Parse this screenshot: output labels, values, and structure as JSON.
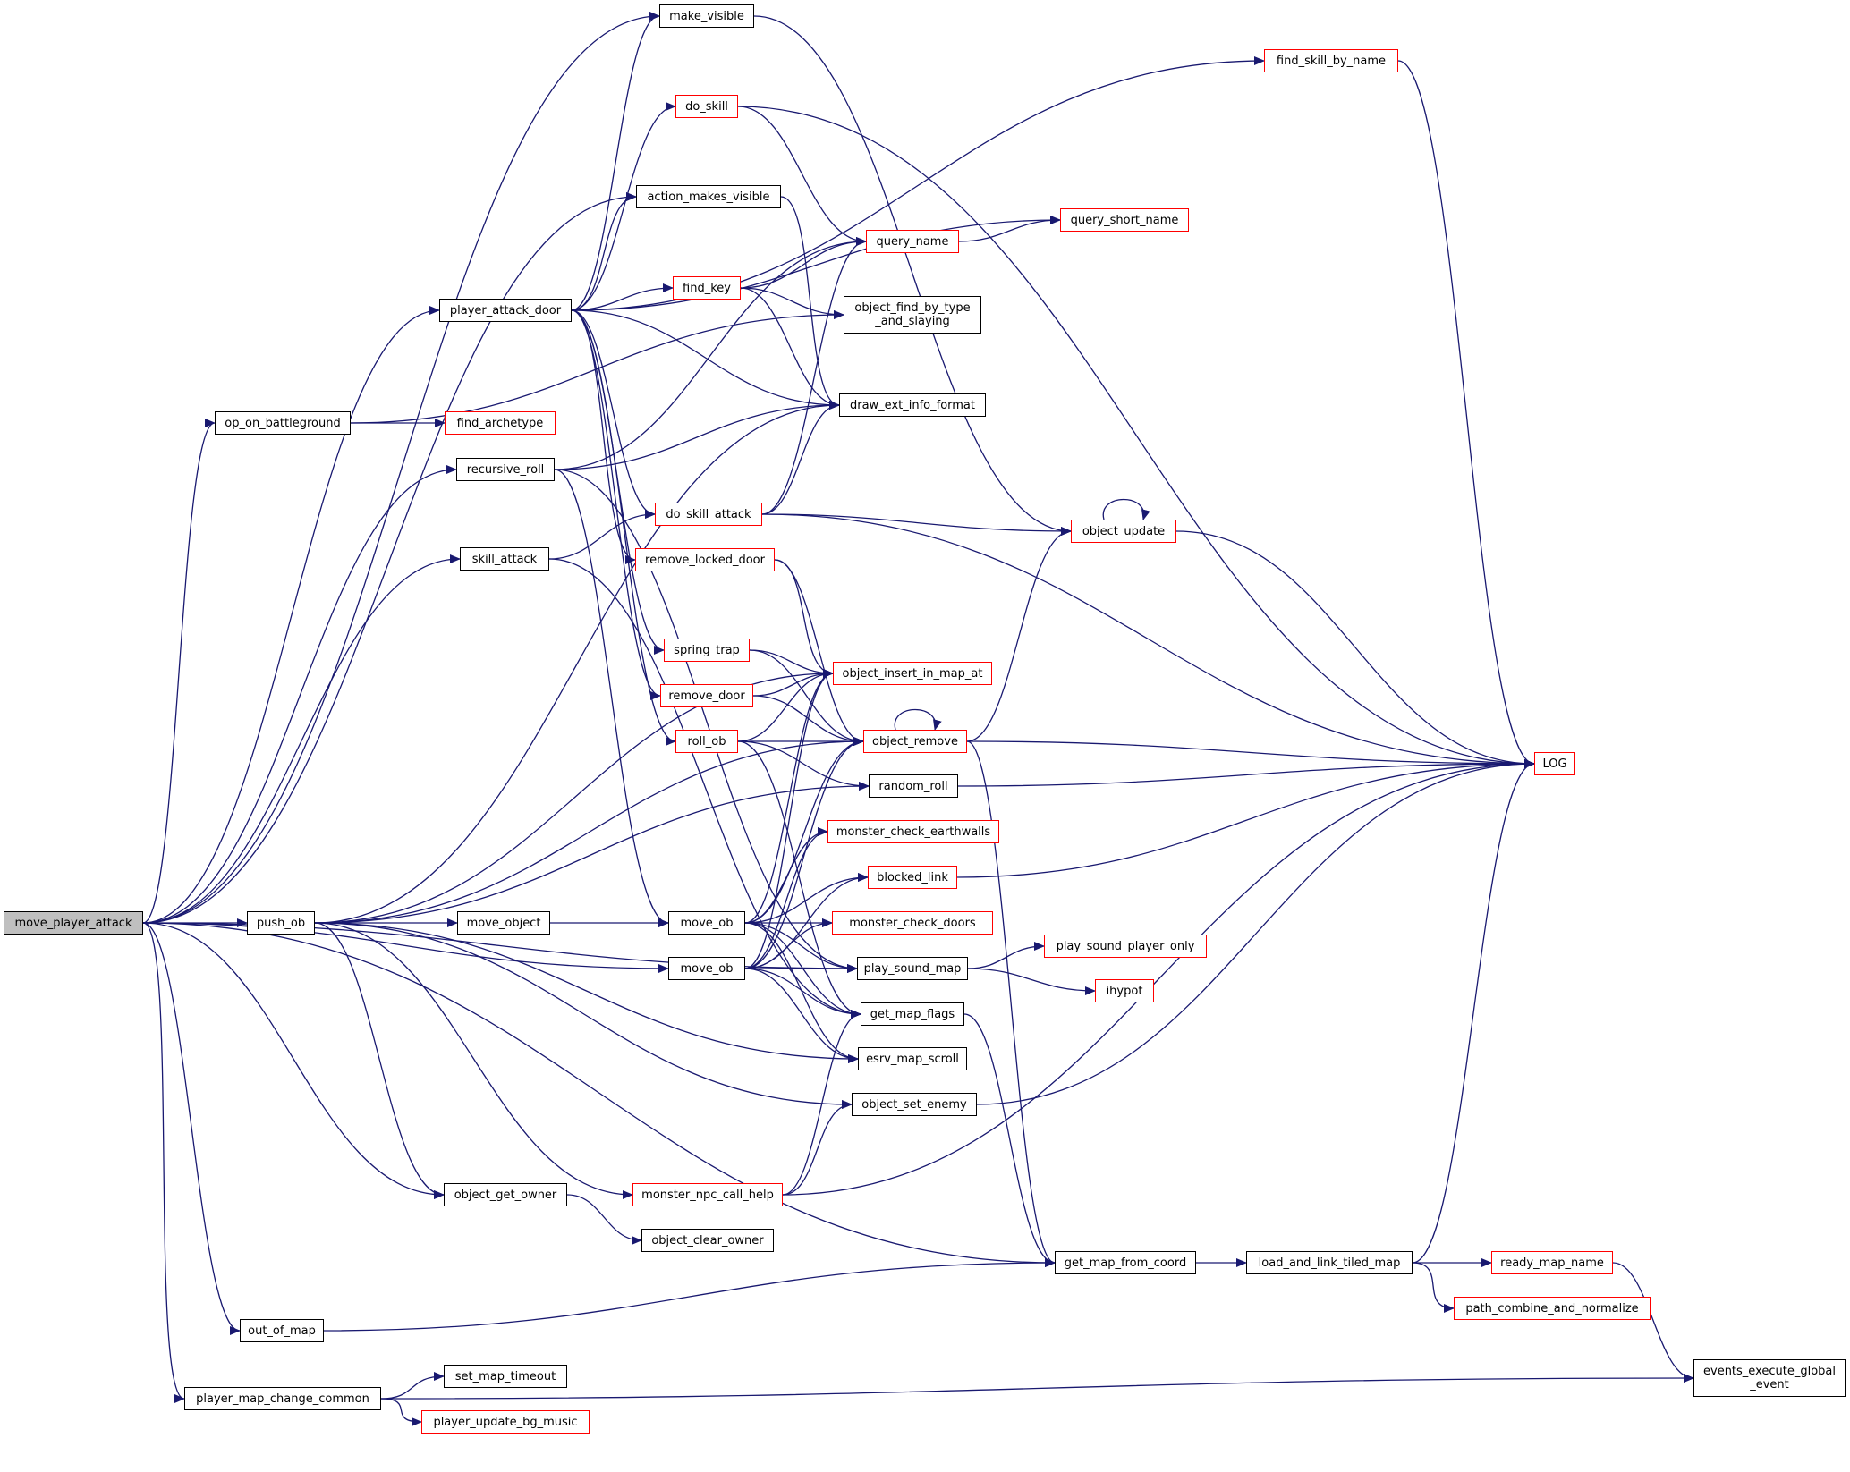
{
  "colors": {
    "edge": "#191970",
    "border": "#000000",
    "red_border": "#ff0000",
    "root_fill": "#bfbfbf"
  },
  "nodes": {
    "move_player_attack": "move_player_attack",
    "make_visible": "make_visible",
    "find_skill_by_name": "find_skill_by_name",
    "do_skill": "do_skill",
    "action_makes_visible": "action_makes_visible",
    "query_short_name": "query_short_name",
    "query_name": "query_name",
    "player_attack_door": "player_attack_door",
    "find_key": "find_key",
    "object_find_by_type_and_slaying": "object_find_by_type\n_and_slaying",
    "op_on_battleground": "op_on_battleground",
    "find_archetype": "find_archetype",
    "draw_ext_info_format": "draw_ext_info_format",
    "recursive_roll": "recursive_roll",
    "do_skill_attack": "do_skill_attack",
    "object_update": "object_update",
    "skill_attack": "skill_attack",
    "remove_locked_door": "remove_locked_door",
    "spring_trap": "spring_trap",
    "object_insert_in_map_at": "object_insert_in_map_at",
    "remove_door": "remove_door",
    "roll_ob": "roll_ob",
    "object_remove": "object_remove",
    "LOG": "LOG",
    "random_roll": "random_roll",
    "monster_check_earthwalls": "monster_check_earthwalls",
    "blocked_link": "blocked_link",
    "push_ob": "push_ob",
    "move_object": "move_object",
    "move_ob_1": "move_ob",
    "monster_check_doors": "monster_check_doors",
    "play_sound_player_only": "play_sound_player_only",
    "move_ob_2": "move_ob",
    "play_sound_map": "play_sound_map",
    "ihypot": "ihypot",
    "get_map_flags": "get_map_flags",
    "esrv_map_scroll": "esrv_map_scroll",
    "object_set_enemy": "object_set_enemy",
    "monster_npc_call_help": "monster_npc_call_help",
    "object_get_owner": "object_get_owner",
    "object_clear_owner": "object_clear_owner",
    "get_map_from_coord": "get_map_from_coord",
    "load_and_link_tiled_map": "load_and_link_tiled_map",
    "ready_map_name": "ready_map_name",
    "path_combine_and_normalize": "path_combine_and_normalize",
    "out_of_map": "out_of_map",
    "events_execute_global_event": "events_execute_global\n_event",
    "set_map_timeout": "set_map_timeout",
    "player_map_change_common": "player_map_change_common",
    "player_update_bg_music": "player_update_bg_music"
  },
  "edges": [
    [
      "move_player_attack",
      "make_visible"
    ],
    [
      "move_player_attack",
      "action_makes_visible"
    ],
    [
      "move_player_attack",
      "player_attack_door"
    ],
    [
      "move_player_attack",
      "op_on_battleground"
    ],
    [
      "move_player_attack",
      "recursive_roll"
    ],
    [
      "move_player_attack",
      "skill_attack"
    ],
    [
      "move_player_attack",
      "push_ob"
    ],
    [
      "move_player_attack",
      "move_ob_2"
    ],
    [
      "move_player_attack",
      "play_sound_map"
    ],
    [
      "move_player_attack",
      "object_get_owner"
    ],
    [
      "move_player_attack",
      "get_map_from_coord"
    ],
    [
      "move_player_attack",
      "out_of_map"
    ],
    [
      "move_player_attack",
      "player_map_change_common"
    ],
    [
      "player_attack_door",
      "make_visible"
    ],
    [
      "player_attack_door",
      "find_skill_by_name"
    ],
    [
      "player_attack_door",
      "do_skill"
    ],
    [
      "player_attack_door",
      "action_makes_visible"
    ],
    [
      "player_attack_door",
      "query_short_name"
    ],
    [
      "player_attack_door",
      "find_key"
    ],
    [
      "player_attack_door",
      "draw_ext_info_format"
    ],
    [
      "player_attack_door",
      "do_skill_attack"
    ],
    [
      "player_attack_door",
      "remove_locked_door"
    ],
    [
      "player_attack_door",
      "spring_trap"
    ],
    [
      "player_attack_door",
      "remove_door"
    ],
    [
      "player_attack_door",
      "roll_ob"
    ],
    [
      "do_skill",
      "query_name"
    ],
    [
      "do_skill",
      "LOG"
    ],
    [
      "action_makes_visible",
      "draw_ext_info_format"
    ],
    [
      "make_visible",
      "object_update"
    ],
    [
      "find_skill_by_name",
      "LOG"
    ],
    [
      "query_name",
      "query_short_name"
    ],
    [
      "find_key",
      "query_name"
    ],
    [
      "find_key",
      "object_find_by_type_and_slaying"
    ],
    [
      "find_key",
      "draw_ext_info_format"
    ],
    [
      "op_on_battleground",
      "object_find_by_type_and_slaying"
    ],
    [
      "op_on_battleground",
      "find_archetype"
    ],
    [
      "recursive_roll",
      "query_name"
    ],
    [
      "recursive_roll",
      "draw_ext_info_format"
    ],
    [
      "recursive_roll",
      "move_ob_1"
    ],
    [
      "recursive_roll",
      "play_sound_map"
    ],
    [
      "skill_attack",
      "do_skill_attack"
    ],
    [
      "skill_attack",
      "get_map_flags"
    ],
    [
      "do_skill_attack",
      "query_name"
    ],
    [
      "do_skill_attack",
      "draw_ext_info_format"
    ],
    [
      "do_skill_attack",
      "object_update"
    ],
    [
      "do_skill_attack",
      "LOG"
    ],
    [
      "object_update",
      "object_update"
    ],
    [
      "object_update",
      "LOG"
    ],
    [
      "remove_locked_door",
      "object_insert_in_map_at"
    ],
    [
      "remove_locked_door",
      "object_remove"
    ],
    [
      "spring_trap",
      "object_insert_in_map_at"
    ],
    [
      "spring_trap",
      "object_remove"
    ],
    [
      "remove_door",
      "object_insert_in_map_at"
    ],
    [
      "remove_door",
      "object_remove"
    ],
    [
      "roll_ob",
      "object_insert_in_map_at"
    ],
    [
      "roll_ob",
      "object_remove"
    ],
    [
      "roll_ob",
      "random_roll"
    ],
    [
      "roll_ob",
      "get_map_flags"
    ],
    [
      "object_remove",
      "object_remove"
    ],
    [
      "object_remove",
      "object_update"
    ],
    [
      "object_remove",
      "LOG"
    ],
    [
      "object_remove",
      "get_map_from_coord"
    ],
    [
      "random_roll",
      "LOG"
    ],
    [
      "blocked_link",
      "LOG"
    ],
    [
      "push_ob",
      "draw_ext_info_format"
    ],
    [
      "push_ob",
      "object_insert_in_map_at"
    ],
    [
      "push_ob",
      "object_remove"
    ],
    [
      "push_ob",
      "random_roll"
    ],
    [
      "push_ob",
      "move_object"
    ],
    [
      "push_ob",
      "esrv_map_scroll"
    ],
    [
      "push_ob",
      "object_set_enemy"
    ],
    [
      "push_ob",
      "monster_npc_call_help"
    ],
    [
      "push_ob",
      "object_get_owner"
    ],
    [
      "move_object",
      "move_ob_1"
    ],
    [
      "move_ob_1",
      "object_insert_in_map_at"
    ],
    [
      "move_ob_1",
      "object_remove"
    ],
    [
      "move_ob_1",
      "monster_check_earthwalls"
    ],
    [
      "move_ob_1",
      "blocked_link"
    ],
    [
      "move_ob_1",
      "monster_check_doors"
    ],
    [
      "move_ob_1",
      "play_sound_map"
    ],
    [
      "move_ob_1",
      "get_map_flags"
    ],
    [
      "move_ob_1",
      "esrv_map_scroll"
    ],
    [
      "move_ob_2",
      "object_insert_in_map_at"
    ],
    [
      "move_ob_2",
      "object_remove"
    ],
    [
      "move_ob_2",
      "monster_check_earthwalls"
    ],
    [
      "move_ob_2",
      "blocked_link"
    ],
    [
      "move_ob_2",
      "monster_check_doors"
    ],
    [
      "move_ob_2",
      "play_sound_map"
    ],
    [
      "move_ob_2",
      "get_map_flags"
    ],
    [
      "move_ob_2",
      "esrv_map_scroll"
    ],
    [
      "play_sound_map",
      "play_sound_player_only"
    ],
    [
      "play_sound_map",
      "ihypot"
    ],
    [
      "get_map_flags",
      "get_map_from_coord"
    ],
    [
      "object_set_enemy",
      "LOG"
    ],
    [
      "monster_npc_call_help",
      "get_map_flags"
    ],
    [
      "monster_npc_call_help",
      "object_set_enemy"
    ],
    [
      "monster_npc_call_help",
      "LOG"
    ],
    [
      "object_get_owner",
      "object_clear_owner"
    ],
    [
      "get_map_from_coord",
      "load_and_link_tiled_map"
    ],
    [
      "load_and_link_tiled_map",
      "ready_map_name"
    ],
    [
      "load_and_link_tiled_map",
      "path_combine_and_normalize"
    ],
    [
      "load_and_link_tiled_map",
      "LOG"
    ],
    [
      "ready_map_name",
      "events_execute_global_event"
    ],
    [
      "out_of_map",
      "get_map_from_coord"
    ],
    [
      "player_map_change_common",
      "set_map_timeout"
    ],
    [
      "player_map_change_common",
      "player_update_bg_music"
    ],
    [
      "player_map_change_common",
      "events_execute_global_event"
    ]
  ]
}
